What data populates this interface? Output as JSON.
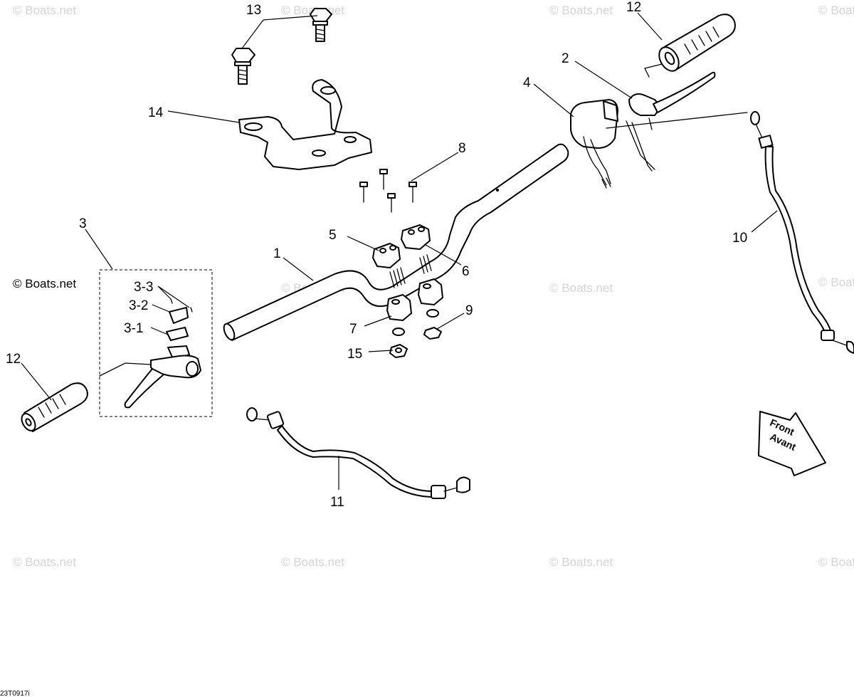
{
  "watermark_text": "© Boats.net",
  "copyright_text": "© Boats.net",
  "drawing_code": "23T0917i",
  "front_arrow": {
    "line1": "Front",
    "line2": "Avant"
  },
  "callouts": {
    "c1": "1",
    "c2": "2",
    "c3": "3",
    "c3_1": "3-1",
    "c3_2": "3-2",
    "c3_3": "3-3",
    "c4": "4",
    "c5": "5",
    "c6": "6",
    "c7": "7",
    "c8": "8",
    "c9": "9",
    "c10": "10",
    "c11": "11",
    "c12_left": "12",
    "c12_right": "12",
    "c13": "13",
    "c14": "14",
    "c15": "15"
  }
}
